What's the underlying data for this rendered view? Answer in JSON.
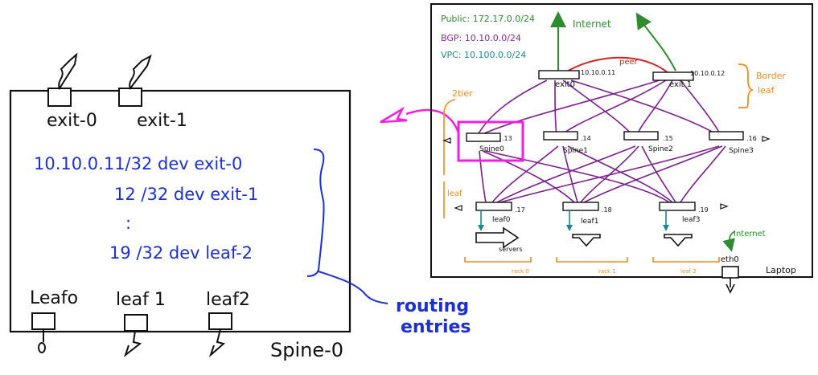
{
  "spine_zoom": {
    "ports_top": [
      "exit-0",
      "exit-1"
    ],
    "routes": [
      "10.10.0.11/32 dev exit-0",
      "12 /32 dev exit-1",
      ":",
      "19 /32 dev leaf-2"
    ],
    "ports_bottom": [
      "Leafo",
      "leaf 1",
      "leaf2"
    ],
    "device_name": "Spine-0",
    "annotation": "routing entries",
    "annotation_lines": [
      "routing",
      "entries"
    ]
  },
  "topology": {
    "legend": [
      {
        "text": "Public: 172.17.0.0/24",
        "color": "#2e8b2e"
      },
      {
        "text": "BGP: 10.10.0.0/24",
        "color": "#8a2a9a"
      },
      {
        "text": "VPC: 10.100.0.0/24",
        "color": "#1a8a8a"
      }
    ],
    "internet_label": "Internet",
    "peer_label": "peer",
    "border_leaf_label": [
      "Border",
      "leaf"
    ],
    "tier_label": "2tier",
    "leaf_tier_label": "leaf",
    "exits": [
      {
        "name": "exit0",
        "ip": "10.10.0.11"
      },
      {
        "name": "exit 1",
        "ip": "10.10.0.12"
      }
    ],
    "spines": [
      {
        "name": "Spine0",
        "ip": ".13"
      },
      {
        "name": "Spine1",
        "ip": ".14"
      },
      {
        "name": "Spine2",
        "ip": ".15"
      },
      {
        "name": "Spine3",
        "ip": ".16"
      }
    ],
    "leaves": [
      {
        "name": "leaf0",
        "ip": ".17"
      },
      {
        "name": "leaf1",
        "ip": ".18"
      },
      {
        "name": "leaf3",
        "ip": ".19"
      }
    ],
    "servers_label": "servers",
    "racks": [
      "rack 0",
      "rack 1",
      "leaf 2"
    ],
    "laptop_internet_label": "Internet",
    "eth0_label": "eth0",
    "laptop_label": "Laptop"
  },
  "colors": {
    "ink": "#111111",
    "route_blue": "#1c2fd6",
    "bgp_purple": "#7a1f8c",
    "public_green": "#2e8b2e",
    "vpc_teal": "#1a8a8a",
    "peer_red": "#d42020",
    "tier_orange": "#f08c1a",
    "highlight_magenta": "#f020e0"
  }
}
